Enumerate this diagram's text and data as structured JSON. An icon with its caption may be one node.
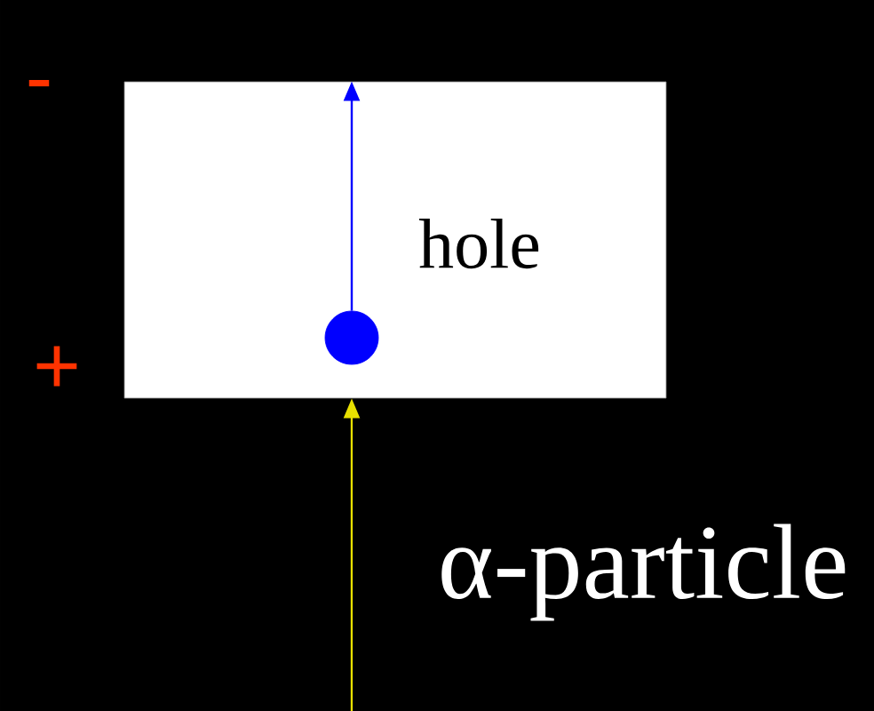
{
  "diagram": {
    "nodes": [
      {
        "text": [],
        "shape": "box"
      },
      {
        "text": [],
        "shape": "circle",
        "in": 0,
        "beside": [
          "hole"
        ]
      }
    ],
    "edges": [
      {
        "from": 1,
        "to": 0,
        "arrow": "to",
        "color": "#0000ff"
      },
      {
        "from": null,
        "to": 0,
        "arrow": "to",
        "color": "#e8e000"
      }
    ],
    "labels": [
      "-",
      "+",
      "α-particle"
    ]
  }
}
